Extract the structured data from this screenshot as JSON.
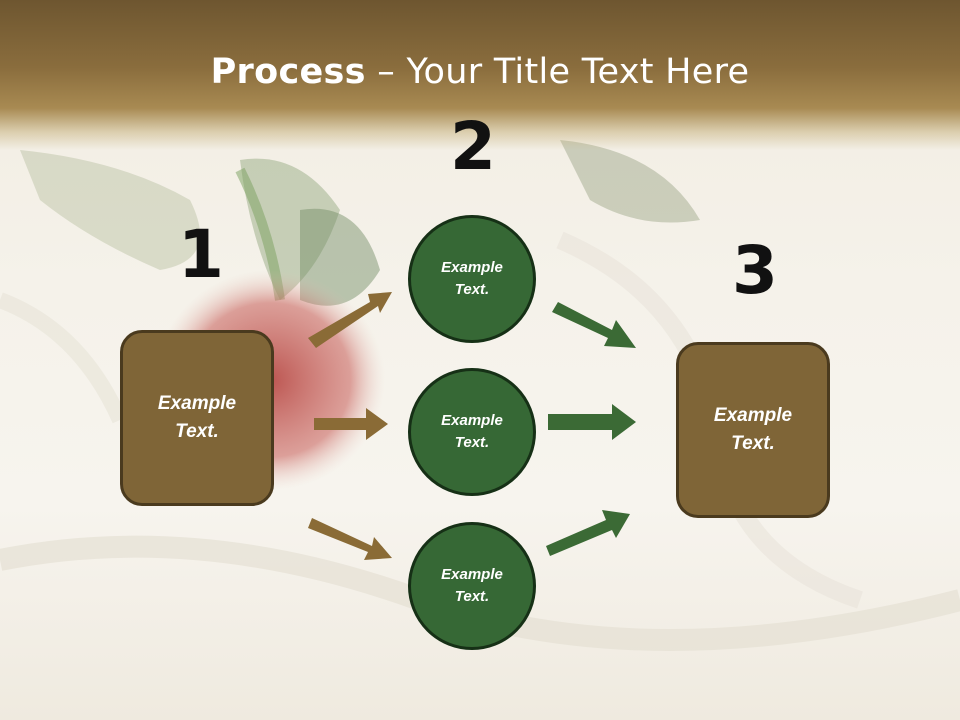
{
  "slide": {
    "title_bold": "Process",
    "title_rest": " – Your Title Text Here"
  },
  "steps": {
    "n1": "1",
    "n2": "2",
    "n3": "3"
  },
  "nodes": {
    "left_box": "Example\nText.",
    "circle_top": "Example\nText.",
    "circle_middle": "Example\nText.",
    "circle_bottom": "Example\nText.",
    "right_box": "Example\nText."
  },
  "colors": {
    "box_fill": "#7f6537",
    "circle_fill": "#366835",
    "arrow_brown": "#8a6b36",
    "arrow_green": "#3b6a35",
    "header": "#8a6d3d"
  }
}
